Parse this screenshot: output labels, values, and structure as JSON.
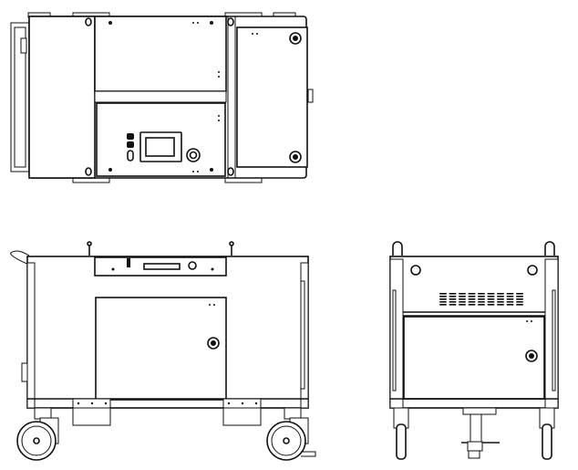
{
  "drawing": {
    "views": [
      "top-view",
      "front-view",
      "side-view"
    ],
    "line_color": "#111111",
    "background_color": "#ffffff",
    "vent_slot_columns": 9
  }
}
